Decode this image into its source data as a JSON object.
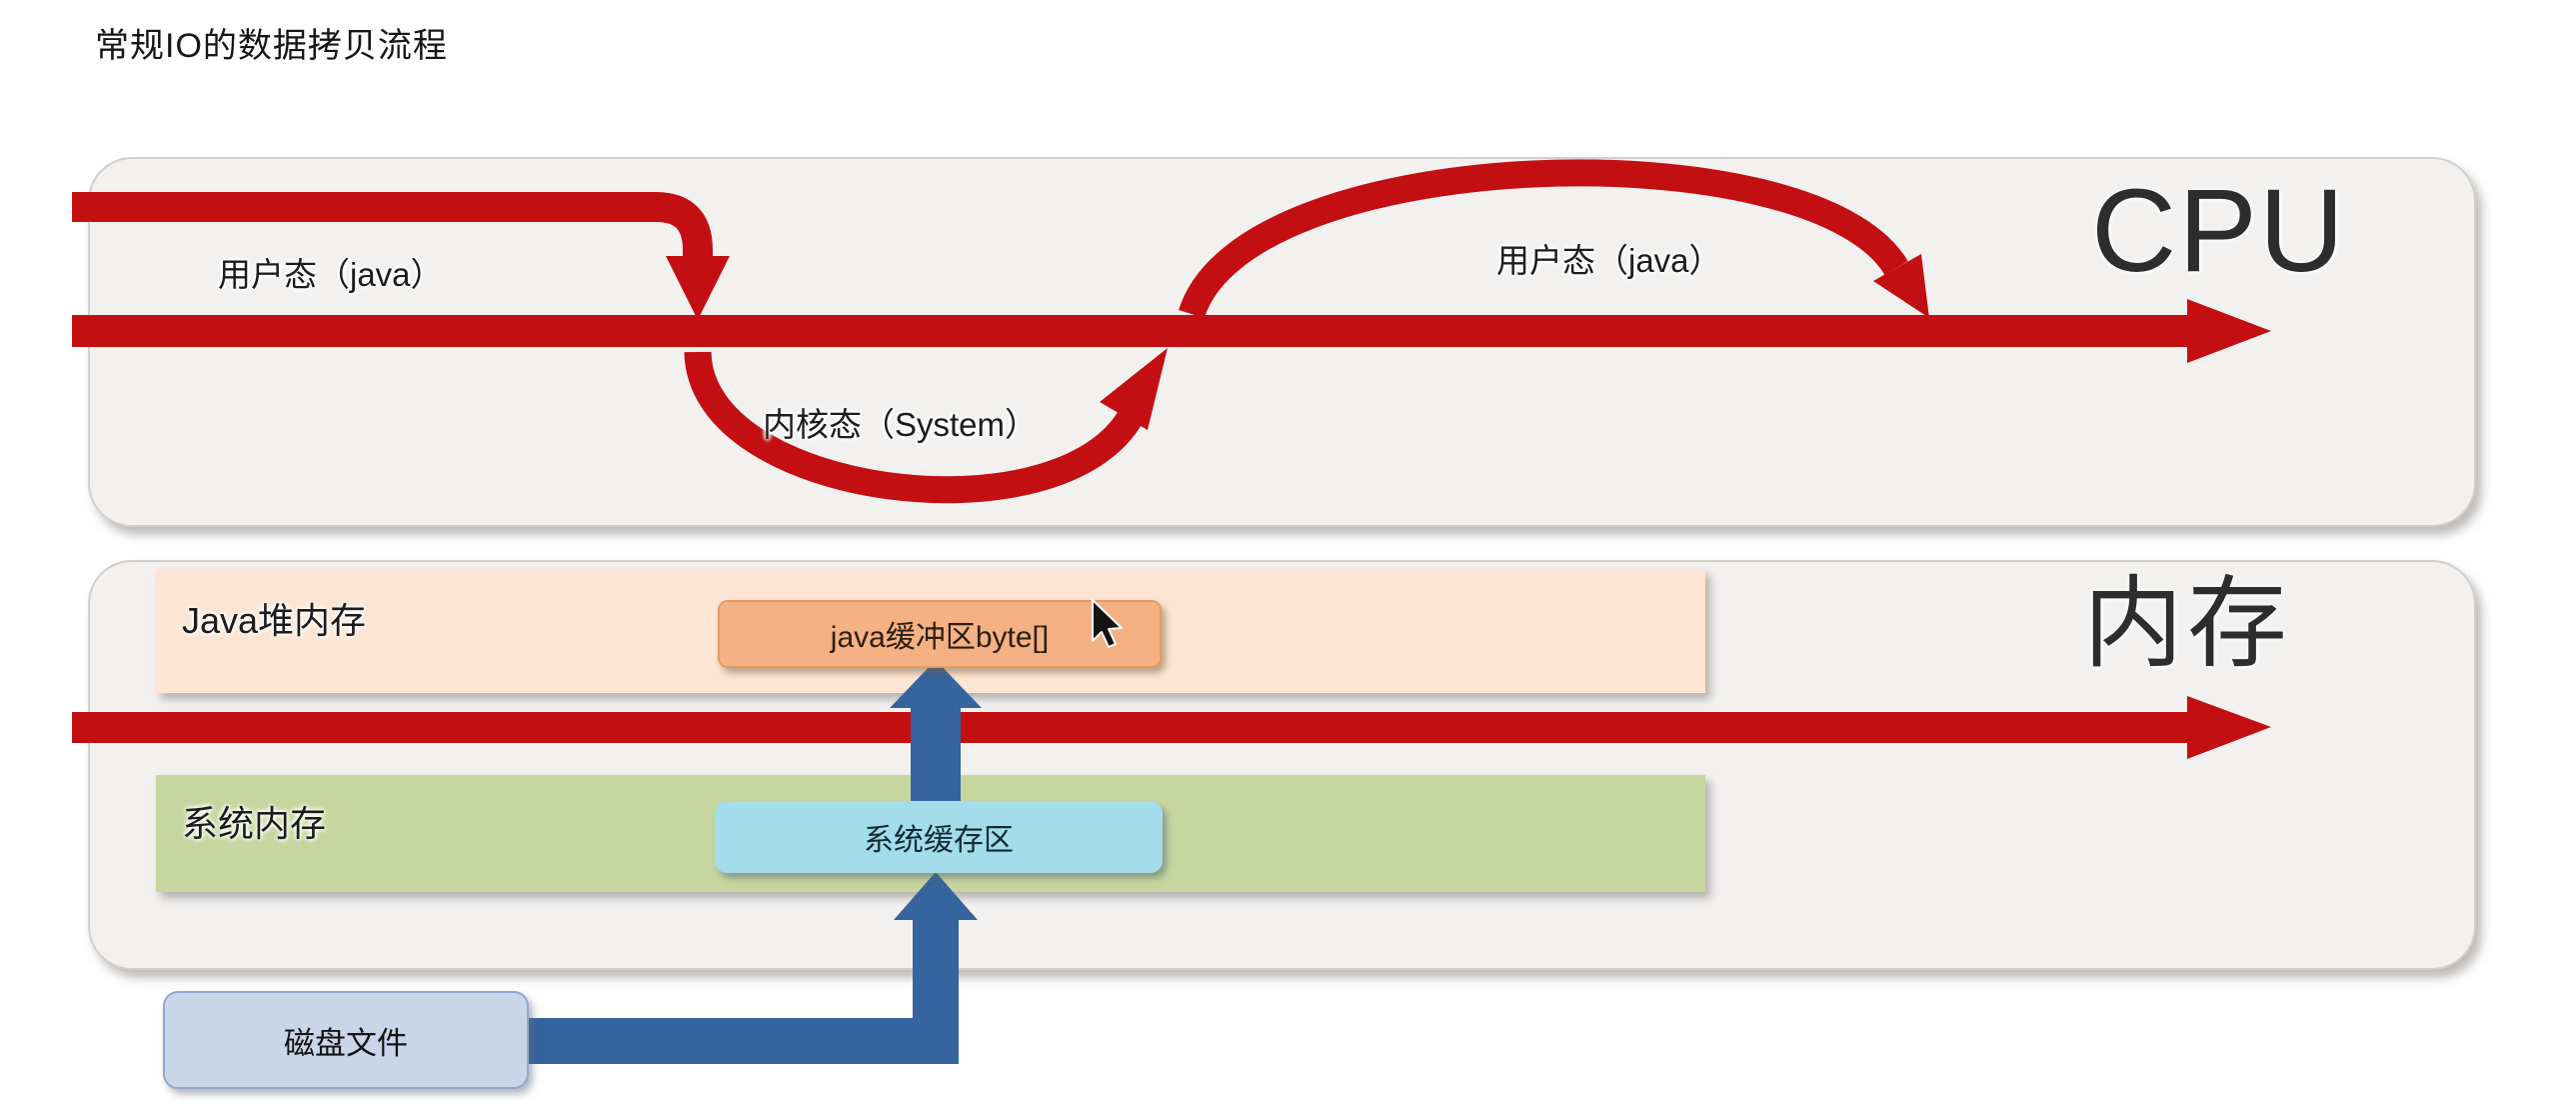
{
  "title": "常规IO的数据拷贝流程",
  "cpu": {
    "title": "CPU",
    "user_left": "用户态（java）",
    "kernel": "内核态（System）",
    "user_right": "用户态（java）"
  },
  "mem": {
    "title": "内存",
    "heap_label": "Java堆内存",
    "buffer_label": "java缓冲区byte[]",
    "sys_label": "系统内存",
    "sys_buffer_label": "系统缓存区"
  },
  "disk": {
    "label": "磁盘文件"
  },
  "colors": {
    "arrow-red": "#c40f12",
    "arrow-blue": "#35649e",
    "panel-bg": "#f2f1f0",
    "panel-border": "#d2cfcc",
    "java-heap-bg": "#fce5d3",
    "java-buffer-bg": "#f4b183",
    "java-buffer-border": "#e29c63",
    "system-memory-bg": "#c7d69e",
    "system-buffer-bg": "#a3dcea",
    "disk-bg": "#c9d6e9",
    "disk-border": "#92a8cb"
  }
}
